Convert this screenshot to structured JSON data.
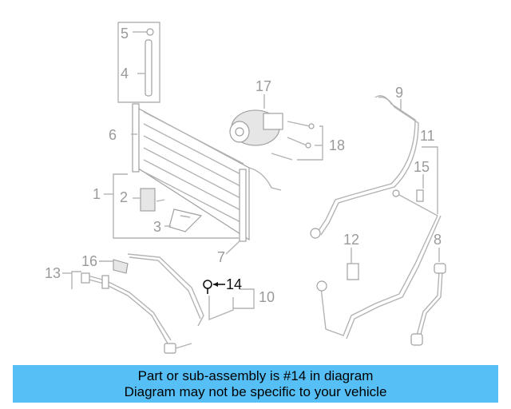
{
  "diagram": {
    "callouts": [
      "1",
      "2",
      "3",
      "4",
      "5",
      "6",
      "7",
      "8",
      "9",
      "10",
      "11",
      "12",
      "13",
      "14",
      "15",
      "16",
      "17",
      "18"
    ],
    "highlighted_part": "14",
    "colors": {
      "highlight": "#111111",
      "parts": "#9a9a9a",
      "banner": "#55bff6"
    }
  },
  "banner": {
    "line1": "Part or sub-assembly is #14 in diagram",
    "line2": "Diagram may not be specific to your vehicle"
  }
}
